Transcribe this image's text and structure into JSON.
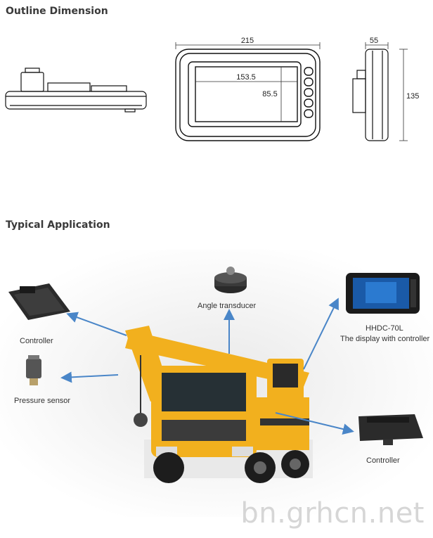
{
  "sections": {
    "outline_title": "Outline Dimension",
    "application_title": "Typical Application"
  },
  "dimensions": {
    "width": "215",
    "screen_width": "153.5",
    "screen_height": "85.5",
    "depth": "55",
    "height": "135"
  },
  "application_labels": {
    "controller_left": "Controller",
    "pressure_sensor": "Pressure sensor",
    "angle_transducer": "Angle transducer",
    "display_model": "HHDC-70L",
    "display_desc": "The display with controller",
    "controller_right": "Controller"
  },
  "watermark": "bn.grhcn.net",
  "colors": {
    "crane_yellow": "#f2b01e",
    "arrow_blue": "#4a86c8"
  }
}
